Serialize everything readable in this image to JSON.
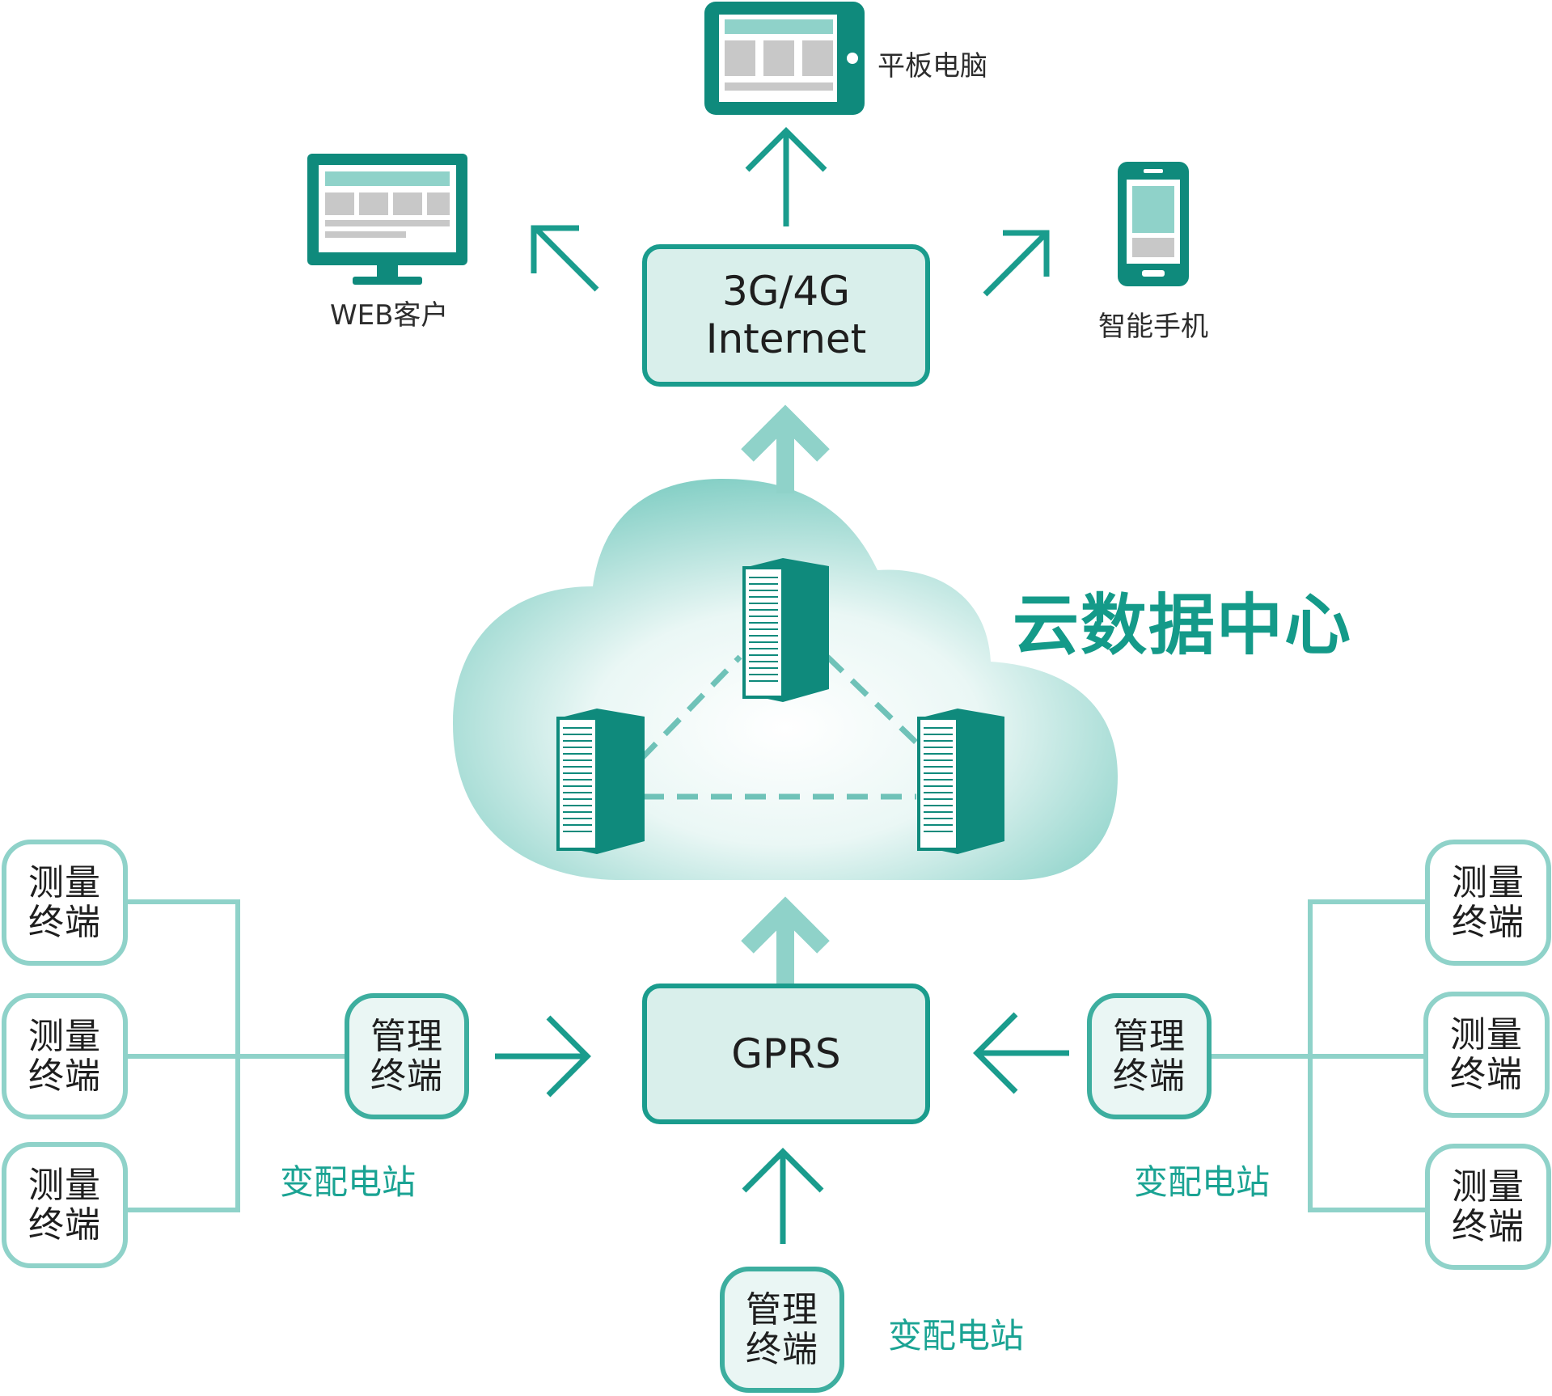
{
  "colors": {
    "primary": "#0f8a7c",
    "accent": "#1a9c8d",
    "light": "#8fd2c9",
    "box_fill": "#d9efeb"
  },
  "clients": {
    "tablet": "平板电脑",
    "web": "WEB客户",
    "phone": "智能手机"
  },
  "internet": {
    "line1": "3G/4G",
    "line2": "Internet"
  },
  "cloud": {
    "title": "云数据中心"
  },
  "gprs": {
    "label": "GPRS"
  },
  "manager": {
    "line1": "管理",
    "line2": "终端"
  },
  "measure": {
    "line1": "测量",
    "line2": "终端"
  },
  "station": {
    "label": "变配电站"
  },
  "icons": [
    "tablet-icon",
    "monitor-icon",
    "smartphone-icon",
    "server-icon",
    "arrow-icon",
    "cloud-icon"
  ]
}
